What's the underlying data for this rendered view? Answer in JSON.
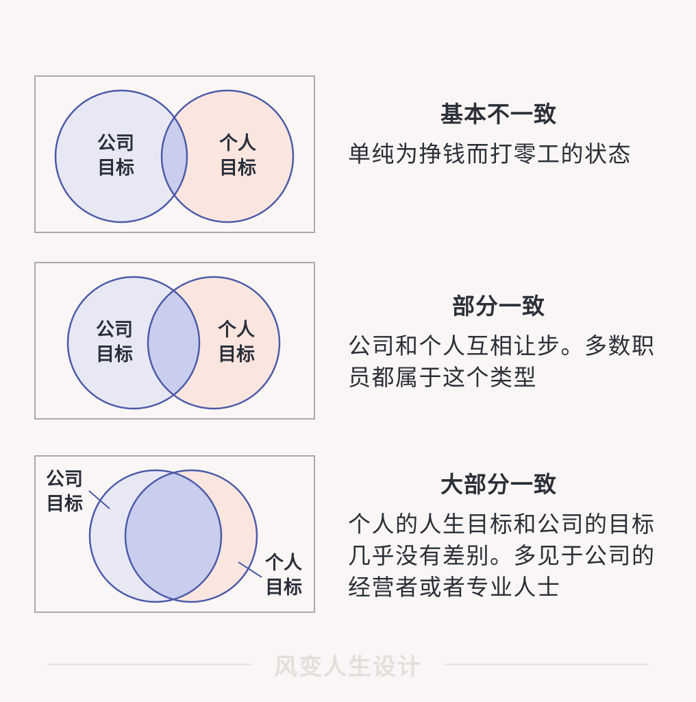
{
  "colors": {
    "company_fill": "#e8e8f5",
    "person_fill": "#fbe6df",
    "overlap_fill": "#c9cdee",
    "stroke": "#4b5aa8"
  },
  "labels": {
    "company_line1": "公司",
    "company_line2": "目标",
    "person_line1": "个人",
    "person_line2": "目标"
  },
  "rows": [
    {
      "title": "基本不一致",
      "body": "单纯为挣钱而打零工的状态"
    },
    {
      "title": "部分一致",
      "body": "公司和个人互相让步。多数职员都属于这个类型"
    },
    {
      "title": "大部分一致",
      "body": "个人的人生目标和公司的目标几乎没有差别。多见于公司的经营者或者专业人士"
    }
  ],
  "footer": {
    "brand": "风变人生设计"
  }
}
